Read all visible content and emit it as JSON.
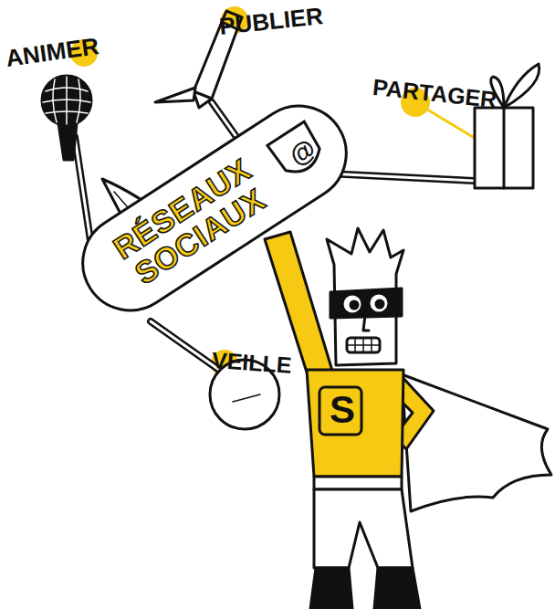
{
  "diagram": {
    "nodes": [
      {
        "text": [
          "RÉSEAUX SOCIAUX"
        ]
      }
    ],
    "labels": [
      "ANIMER",
      "PUBLIER",
      "PARTAGER",
      "VEILLE",
      "@",
      "S"
    ]
  }
}
